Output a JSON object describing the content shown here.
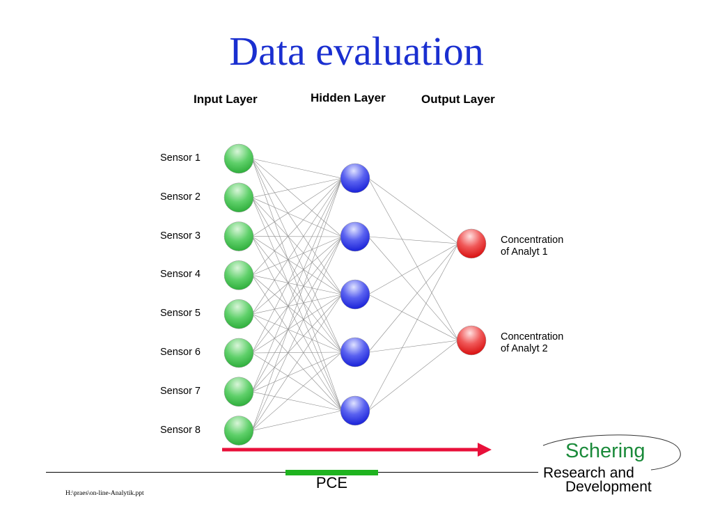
{
  "title": "Data evaluation",
  "layers": {
    "input": "Input Layer",
    "hidden": "Hidden Layer",
    "output": "Output Layer"
  },
  "sensors": [
    "Sensor 1",
    "Sensor 2",
    "Sensor 3",
    "Sensor 4",
    "Sensor 5",
    "Sensor 6",
    "Sensor 7",
    "Sensor 8"
  ],
  "outputs": [
    {
      "line1": "Concentration",
      "line2": "of Analyt 1"
    },
    {
      "line1": "Concentration",
      "line2": "of Analyt 2"
    }
  ],
  "colors": {
    "title": "#1a2fd0",
    "input_node": "#3ec84a",
    "hidden_node": "#2630e6",
    "output_node": "#e61a1a",
    "arrow": "#e8103a",
    "logo_green": "#1a8a3a",
    "pce_bar": "#1fb31f"
  },
  "footer": {
    "pce": "PCE",
    "path": "H:\\praes\\on-line-Analytik.ppt",
    "logo_line1": "Schering",
    "logo_line2": "Research and",
    "logo_line3": "Development"
  }
}
